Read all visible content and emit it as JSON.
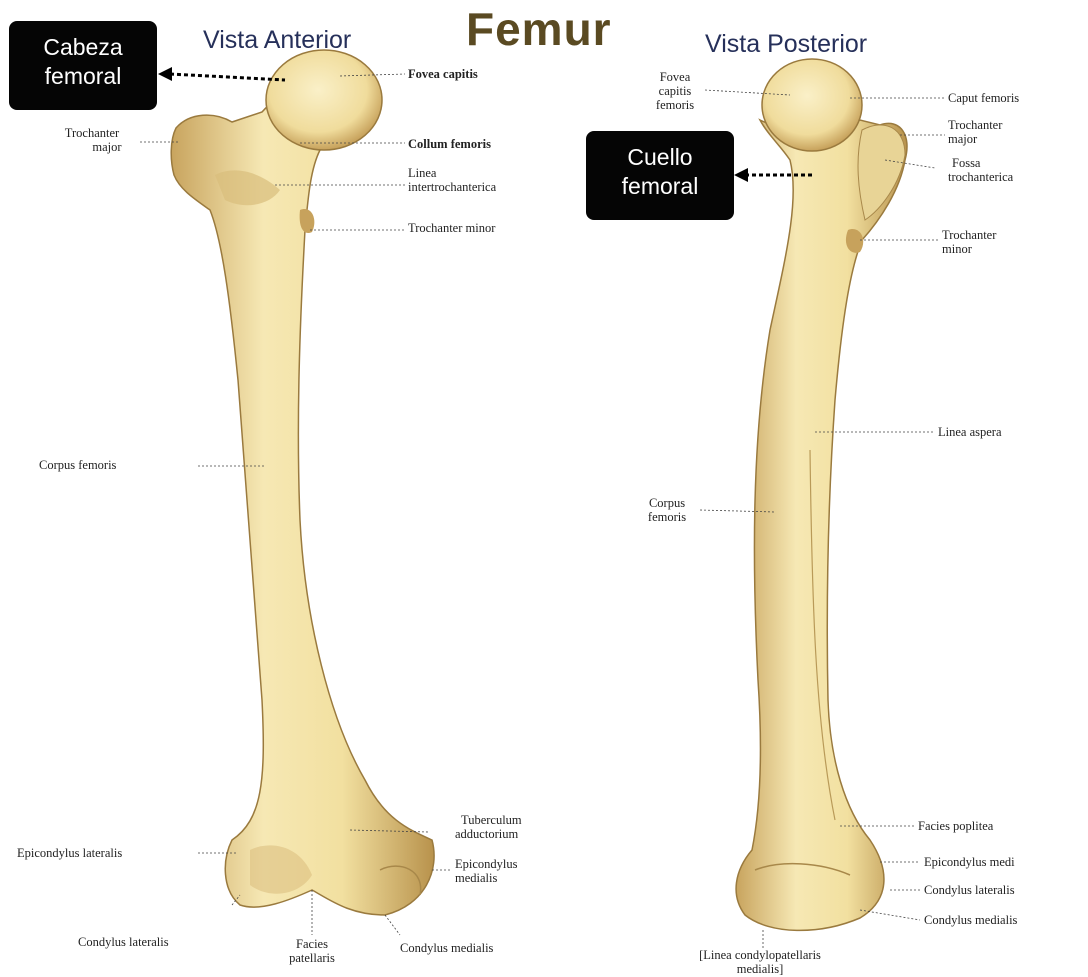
{
  "title": "Femur",
  "views": {
    "anterior_title": "Vista Anterior",
    "posterior_title": "Vista Posterior"
  },
  "anterior_labels": {
    "fovea_capitis": "Fovea capitis",
    "trochanter_major_1": "Trochanter",
    "trochanter_major_2": "major",
    "collum_femoris": "Collum femoris",
    "linea_1": "Linea",
    "linea_2": "intertrochanterica",
    "trochanter_minor": "Trochanter minor",
    "corpus_femoris": "Corpus femoris",
    "tuberculum_1": "Tuberculum",
    "tuberculum_2": "adductorium",
    "epicondylus_lateralis": "Epicondylus lateralis",
    "epicondylus_medialis_1": "Epicondylus",
    "epicondylus_medialis_2": "medialis",
    "condylus_lateralis": "Condylus lateralis",
    "facies_1": "Facies",
    "facies_2": "patellaris",
    "condylus_medialis": "Condylus medialis"
  },
  "posterior_labels": {
    "fovea_1": "Fovea",
    "fovea_2": "capitis",
    "fovea_3": "femoris",
    "caput_femoris": "Caput femoris",
    "trochanter_major_1": "Trochanter",
    "trochanter_major_2": "major",
    "fossa_1": "Fossa",
    "fossa_2": "trochanterica",
    "trochanter_minor_1": "Trochanter",
    "trochanter_minor_2": "minor",
    "linea_aspera": "Linea aspera",
    "corpus_1": "Corpus",
    "corpus_2": "femoris",
    "facies_poplitea": "Facies poplitea",
    "epicondylus_medialis": "Epicondylus medi",
    "condylus_lateralis": "Condylus lateralis",
    "condylus_medialis": "Condylus medialis",
    "linea_condylo_1": "[Linea  condylopatellaris",
    "linea_condylo_2": "medialis]"
  },
  "callouts": {
    "cabeza_1": "Cabeza",
    "cabeza_2": "femoral",
    "cuello_1": "Cuello",
    "cuello_2": "femoral"
  },
  "colors": {
    "bone": "#f2e2a8",
    "bone_shadow": "#c9a964",
    "callout_bg": "#050505"
  }
}
